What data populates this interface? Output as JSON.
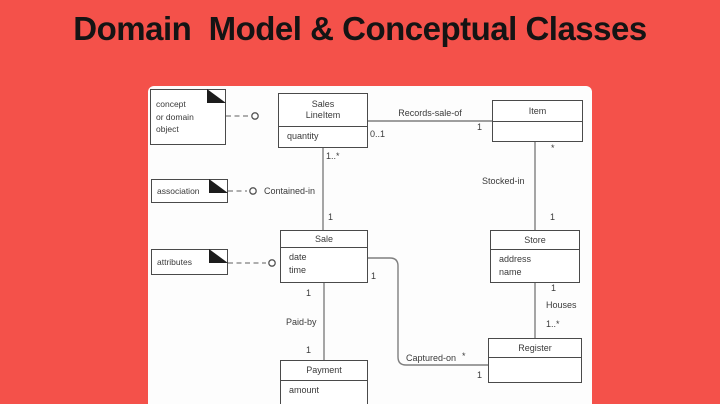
{
  "title": "Domain  Model & Conceptual Classes",
  "colors": {
    "background": "#f4514a",
    "panel": "#fdfdfd",
    "box_border": "#4a4a4a",
    "wire": "#7f7f7f",
    "text": "#3a3a3a",
    "title_text": "#141414",
    "fold": "#1c1c1c"
  },
  "notes": {
    "concept": {
      "line1": "concept",
      "line2": "or domain",
      "line3": "object"
    },
    "association": {
      "label": "association"
    },
    "attributes": {
      "label": "attributes"
    }
  },
  "classes": {
    "sales_lineitem": {
      "name_line1": "Sales",
      "name_line2": "LineItem",
      "attr1": "quantity"
    },
    "item": {
      "name": "Item"
    },
    "sale": {
      "name": "Sale",
      "attr1": "date",
      "attr2": "time"
    },
    "store": {
      "name": "Store",
      "attr1": "address",
      "attr2": "name"
    },
    "register": {
      "name": "Register"
    },
    "payment": {
      "name": "Payment",
      "attr1": "amount"
    }
  },
  "associations": {
    "records_sale_of": {
      "label": "Records-sale-of",
      "lineitem_mult": "0..1",
      "item_mult": "1"
    },
    "contained_in": {
      "label": "Contained-in",
      "lineitem_mult": "1..*",
      "sale_mult": "1"
    },
    "stocked_in": {
      "label": "Stocked-in",
      "item_mult": "*",
      "store_mult": "1"
    },
    "houses": {
      "label": "Houses",
      "store_mult": "1",
      "register_mult": "1..*"
    },
    "paid_by": {
      "label": "Paid-by",
      "sale_mult": "1",
      "payment_mult": "1"
    },
    "captured_on": {
      "label": "Captured-on",
      "star": "*",
      "sale_mult": "1",
      "register_mult": "1"
    }
  }
}
